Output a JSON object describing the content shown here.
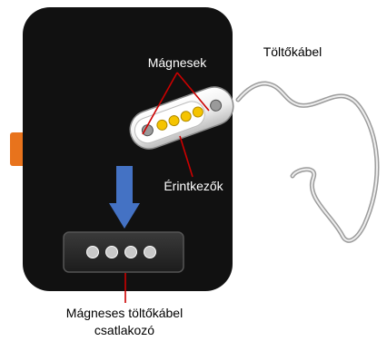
{
  "labels": {
    "magnets": "Mágnesek",
    "cable": "Töltőkábel",
    "contacts": "Érintkezők",
    "connector_line1": "Mágneses töltőkábel",
    "connector_line2": "csatlakozó"
  },
  "counts": {
    "connector_pins": 4,
    "plug_contacts": 4,
    "plug_magnets": 2
  },
  "colors": {
    "device_body": "#111111",
    "side_button": "#e8731c",
    "arrow": "#4472c4",
    "callout_line": "#cc0000",
    "contact_pins": "#f5c400",
    "magnet_pins": "#9a9a9a",
    "connector_pins": "#c9c9c9",
    "cable": "#c0c0c0",
    "plug_head": "#f2f2f2"
  },
  "icons": {
    "device": "watch-body-icon",
    "side_button": "side-button-icon",
    "arrow": "down-arrow-icon",
    "plug": "magnetic-plug-icon"
  }
}
